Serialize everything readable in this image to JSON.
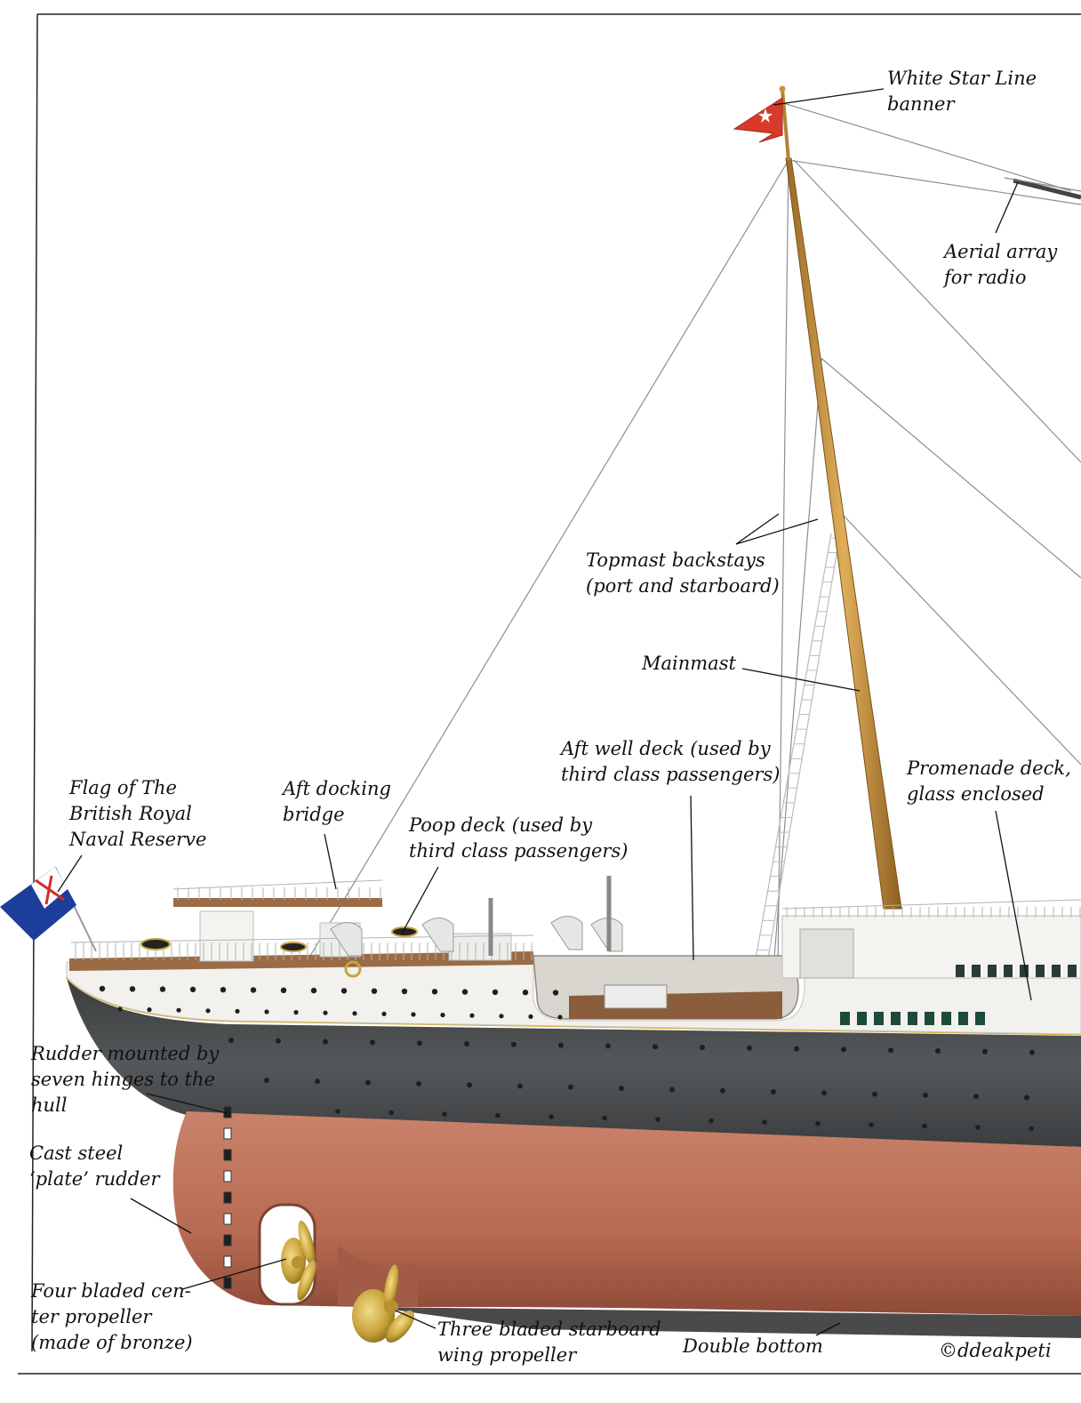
{
  "colors": {
    "hull_black": "#2f3132",
    "hull_red": "#b86a52",
    "superstructure_white": "#f2f1ee",
    "gold_stripe": "#d8b23a",
    "mast_wood": "#c8943f",
    "deck_wood": "#9a6b45",
    "bronze": "#c9a43c",
    "flag_red": "#d83a2a",
    "ensign_blue": "#1d3d9a",
    "rigging": "#8a8f96"
  },
  "labels": {
    "white_star_banner": [
      "White Star Line",
      "banner"
    ],
    "aerial_array": [
      "Aerial array",
      "for radio"
    ],
    "topmast_backstays": [
      "Topmast backstays",
      "(port and starboard)"
    ],
    "mainmast": [
      "Mainmast"
    ],
    "aft_well_deck": [
      "Aft well deck (used by",
      "third class passengers)"
    ],
    "promenade_deck": [
      "Promenade deck,",
      "glass enclosed"
    ],
    "flag_naval_reserve": [
      "Flag of The",
      "British Royal",
      "Naval Reserve"
    ],
    "aft_docking_bridge": [
      "Aft docking",
      "bridge"
    ],
    "poop_deck": [
      "Poop deck (used by",
      "third class passengers)"
    ],
    "rudder_hinges": [
      "Rudder mounted by",
      "seven hinges to the",
      "hull"
    ],
    "cast_steel_rudder": [
      "Cast steel",
      "‘plate’ rudder"
    ],
    "center_propeller": [
      "Four bladed cen-",
      "ter propeller",
      "(made of bronze)"
    ],
    "wing_propeller": [
      "Three bladed starboard",
      "wing propeller"
    ],
    "double_bottom": [
      "Double bottom"
    ],
    "credit": [
      "©ddeakpeti"
    ]
  }
}
